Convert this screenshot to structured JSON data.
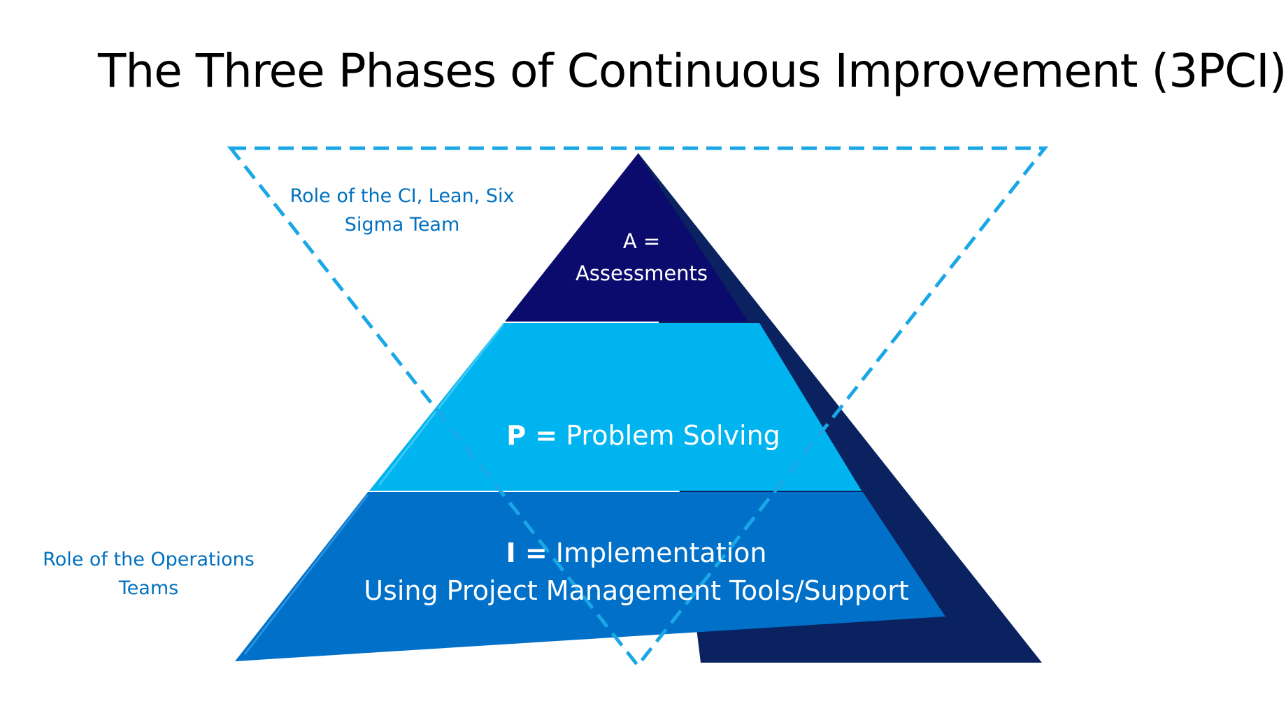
{
  "title": "The Three Phases of Continuous Improvement (3PCI)",
  "colors": {
    "dashed_outline": "#1AA7E6",
    "side_label_text": "#0070C0",
    "apex_tier": "#0B0B6E",
    "middle_tier": "#00B4F0",
    "bottom_tier": "#0070C8",
    "shadow": "#0A2260",
    "tier_text": "#FFFFFF"
  },
  "labels": {
    "ci_team": {
      "line1": "Role of the CI, Lean, Six",
      "line2": "Sigma Team"
    },
    "operations": {
      "line1": "Role of the Operations",
      "line2": "Teams"
    }
  },
  "tiers": {
    "assessments": {
      "line1": "A =",
      "line2": "Assessments"
    },
    "problem_solving": {
      "letter": "P =",
      "text": " Problem Solving"
    },
    "implementation": {
      "letter": "I =",
      "text": " Implementation",
      "line2": "Using Project Management Tools/Support"
    }
  }
}
